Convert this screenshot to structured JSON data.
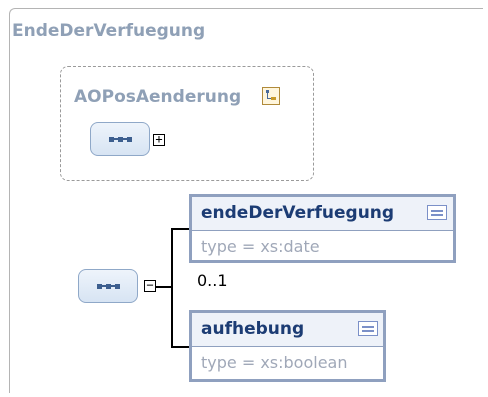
{
  "root": {
    "title": "EndeDerVerfuegung"
  },
  "group": {
    "title": "AOPosAenderung",
    "icon": "element-group-icon",
    "toggle": "+"
  },
  "sequence": {
    "toggle": "−",
    "occurrence": "0..1"
  },
  "elements": [
    {
      "name": "endeDerVerfuegung",
      "type": "type = xs:date",
      "icon": "documentation-icon"
    },
    {
      "name": "aufhebung",
      "type": "type = xs:boolean",
      "icon": "documentation-icon"
    }
  ],
  "colors": {
    "title": "#8fa0b6",
    "element_border": "#8fa0bf",
    "element_name": "#1c3c74",
    "type_text": "#a0a8b8"
  }
}
